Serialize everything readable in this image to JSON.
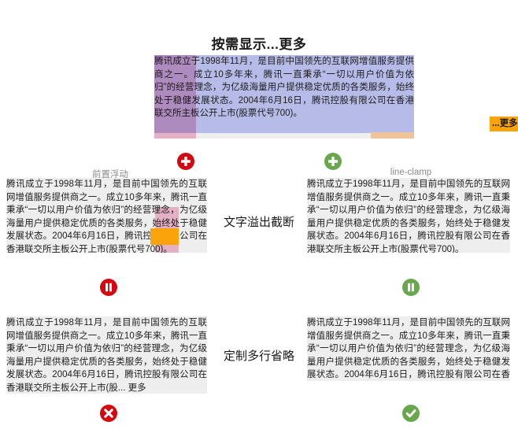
{
  "paragraph": "腾讯成立于1998年11月，是目前中国领先的互联网增值服务提供商之一。成立10多年来，腾讯一直秉承“一切以用户价值为依归”的经营理念，为亿级海量用户提供稳定优质的各类服务，始终处于稳健发展状态。2004年6月16日，腾讯控股有限公司在香港联交所主板公开上市(股票代号700)。",
  "demo_top": {
    "title": "按需显示...更多",
    "more_button": "...更多"
  },
  "row_overflow": {
    "center_title": "文字溢出截断",
    "left_label": "前置浮动",
    "right_label": "line-clamp",
    "left_badge": "plus-circle-icon",
    "right_badge": "plus-circle-icon",
    "left_status": "pause-circle-icon",
    "right_status": "pause-circle-icon"
  },
  "row_custom": {
    "center_title": "定制多行省略",
    "left_truncated": "腾讯成立于1998年11月，是目前中国领先的互联网增值服务提供商之一。成立10多年来，腾讯一直秉承“一切以用户价值为依归”的经营理念，为亿级海量用户提供稳定优质的各类服务，始终处于稳健发展状态。2004年6月16日，腾讯控股有限公司在香港联交所主板公开上市(股",
    "left_more": "... 更多",
    "left_status": "cross-circle-icon",
    "right_status": "check-circle-icon"
  },
  "colors": {
    "highlight_blue": "#b6bbe8",
    "highlight_pink": "#f4bed1",
    "accent_orange": "#fba30a",
    "soft_orange": "#f0c49a",
    "card_gray": "#eeeeee",
    "status_red": "#d4080e",
    "status_green": "#69a74e"
  }
}
